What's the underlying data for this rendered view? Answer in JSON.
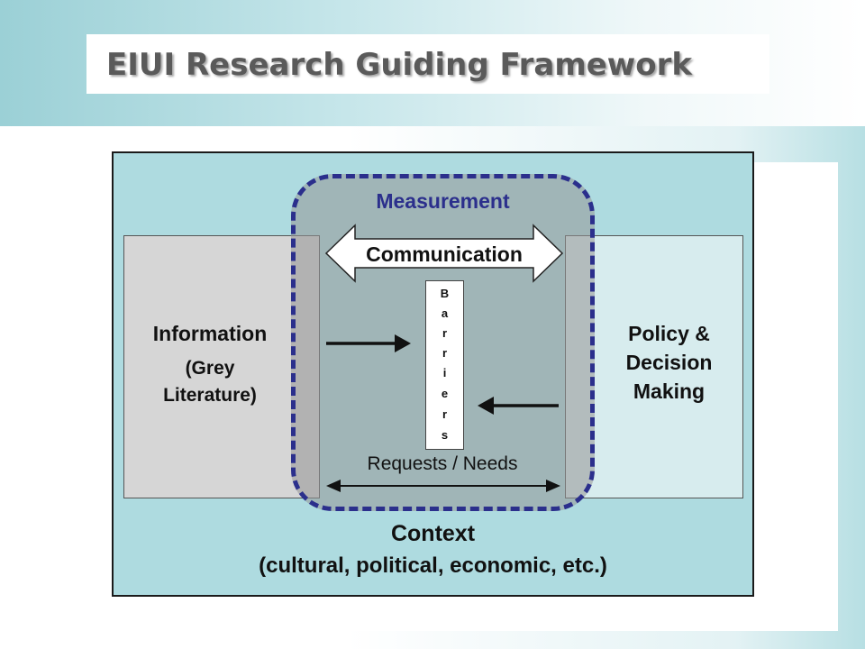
{
  "slide": {
    "title": "EIUI Research Guiding Framework"
  },
  "diagram": {
    "measurement": "Measurement",
    "communication": "Communication",
    "information": "Information",
    "grey_literature_1": "(Grey",
    "grey_literature_2": "Literature)",
    "policy_1": "Policy &",
    "policy_2": "Decision",
    "policy_3": "Making",
    "barriers_letters": [
      "B",
      "a",
      "r",
      "r",
      "i",
      "e",
      "r",
      "s"
    ],
    "requests": "Requests / Needs",
    "context": "Context",
    "context_detail": "(cultural, political, economic, etc.)"
  },
  "colors": {
    "diagram_background": "#aedbe0",
    "measurement_border": "#2b2f8c",
    "information_box": "#d6d6d6",
    "policy_box": "#d7ecee"
  }
}
